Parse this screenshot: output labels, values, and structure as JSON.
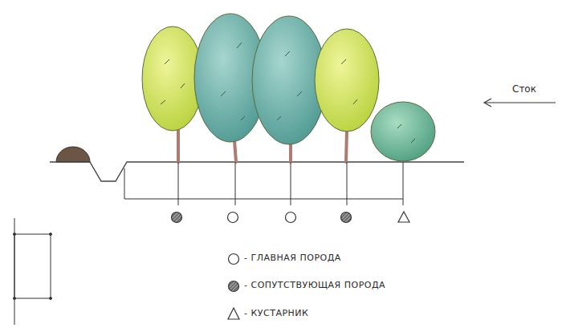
{
  "diagram": {
    "labels": [
      "Сток"
    ],
    "legend": [
      {
        "text": "- ГЛАВНАЯ ПОРОДА"
      },
      {
        "text": "- СОПУТСТВУЮЩАЯ ПОРОДА"
      },
      {
        "text": "- КУСТАРНИК"
      }
    ]
  }
}
